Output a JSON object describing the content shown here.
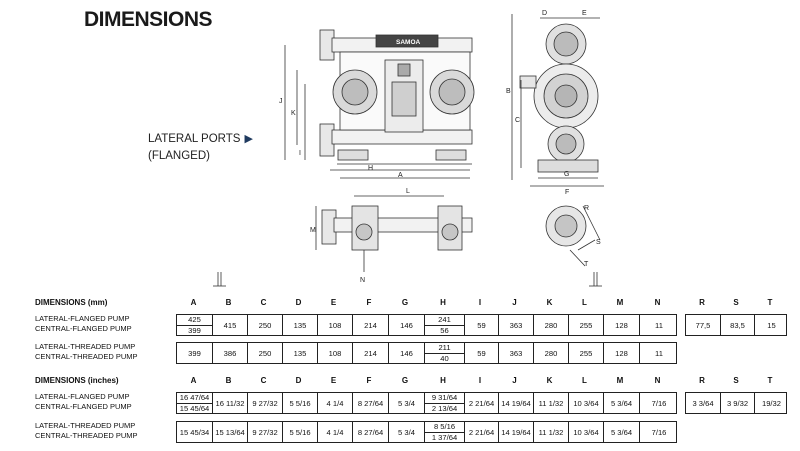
{
  "title": "DIMENSIONS",
  "lateral_ports": {
    "line1": "LATERAL PORTS",
    "line2": "(FLANGED)",
    "arrow": "▶"
  },
  "drawing_labels": {
    "D": "D",
    "E": "E",
    "B": "B",
    "C": "C",
    "G": "G",
    "F": "F",
    "J": "J",
    "K": "K",
    "H": "H",
    "I": "I",
    "A": "A",
    "L": "L",
    "M": "M",
    "N": "N",
    "R": "R",
    "S": "S",
    "T": "T",
    "brand": "SAMOA"
  },
  "columns": [
    "A",
    "B",
    "C",
    "D",
    "E",
    "F",
    "G",
    "H",
    "I",
    "J",
    "K",
    "L",
    "M",
    "N"
  ],
  "columns_right": [
    "R",
    "S",
    "T"
  ],
  "mm": {
    "heading": "DIMENSIONS (mm)",
    "flanged": {
      "label1": "LATERAL-FLANGED PUMP",
      "label2": "CENTRAL-FLANGED PUMP",
      "A": [
        "425",
        "399"
      ],
      "B": "415",
      "C": "250",
      "D": "135",
      "E": "108",
      "F": "214",
      "G": "146",
      "H": [
        "241",
        "56"
      ],
      "I": "59",
      "J": "363",
      "K": "280",
      "L": "255",
      "M": "128",
      "N": "11",
      "R": "77,5",
      "S": "83,5",
      "T": "15"
    },
    "threaded": {
      "label1": "LATERAL-THREADED PUMP",
      "label2": "CENTRAL-THREADED PUMP",
      "A": "399",
      "B": "386",
      "C": "250",
      "D": "135",
      "E": "108",
      "F": "214",
      "G": "146",
      "H": [
        "211",
        "40"
      ],
      "I": "59",
      "J": "363",
      "K": "280",
      "L": "255",
      "M": "128",
      "N": "11"
    }
  },
  "inches": {
    "heading": "DIMENSIONS (inches)",
    "flanged": {
      "label1": "LATERAL-FLANGED PUMP",
      "label2": "CENTRAL-FLANGED PUMP",
      "A": [
        "16 47/64",
        "15 45/64"
      ],
      "B": "16 11/32",
      "C": "9 27/32",
      "D": "5 5/16",
      "E": "4 1/4",
      "F": "8 27/64",
      "G": "5 3/4",
      "H": [
        "9 31/64",
        "2 13/64"
      ],
      "I": "2 21/64",
      "J": "14 19/64",
      "K": "11 1/32",
      "L": "10 3/64",
      "M": "5 3/64",
      "N": "7/16",
      "R": "3 3/64",
      "S": "3 9/32",
      "T": "19/32"
    },
    "threaded": {
      "label1": "LATERAL-THREADED PUMP",
      "label2": "CENTRAL-THREADED PUMP",
      "A": "15 45/34",
      "B": "15 13/64",
      "C": "9 27/32",
      "D": "5 5/16",
      "E": "4 1/4",
      "F": "8 27/64",
      "G": "5 3/4",
      "H": [
        "8 5/16",
        "1 37/64"
      ],
      "I": "2 21/64",
      "J": "14 19/64",
      "K": "11 1/32",
      "L": "10 3/64",
      "M": "5 3/64",
      "N": "7/16"
    }
  }
}
